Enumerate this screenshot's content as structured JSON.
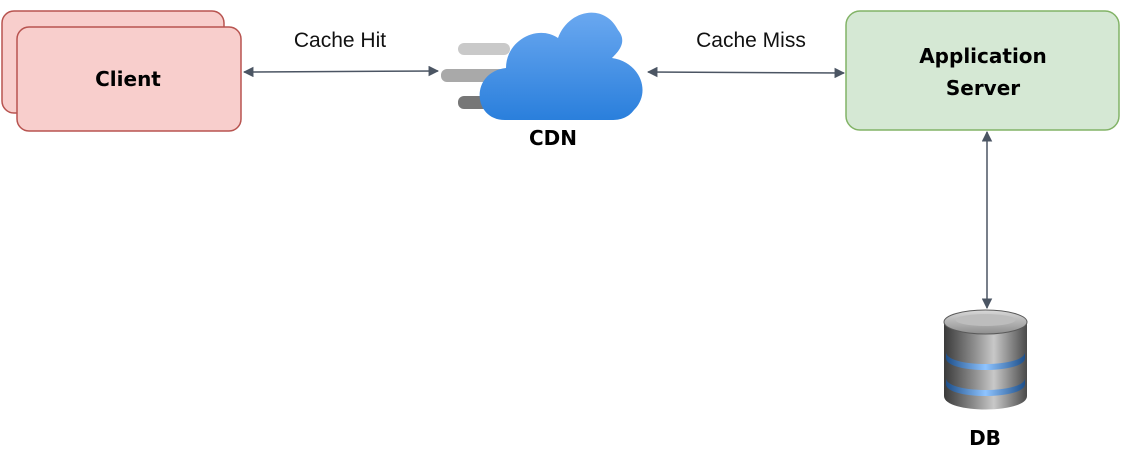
{
  "nodes": {
    "client": {
      "label": "Client",
      "fill": "#f8cecc",
      "stroke": "#b85450"
    },
    "cdn": {
      "label": "CDN",
      "cloud_top": "#6aa8f0",
      "cloud_bottom": "#2a7fdc"
    },
    "app_server": {
      "label_line1": "Application",
      "label_line2": "Server",
      "fill": "#d5e8d4",
      "stroke": "#82b366"
    },
    "db": {
      "label": "DB"
    }
  },
  "edges": {
    "client_cdn": {
      "label": "Cache Hit"
    },
    "cdn_app": {
      "label": "Cache Miss"
    },
    "app_db": {
      "label": ""
    }
  },
  "colors": {
    "arrow": "#4b5563"
  }
}
